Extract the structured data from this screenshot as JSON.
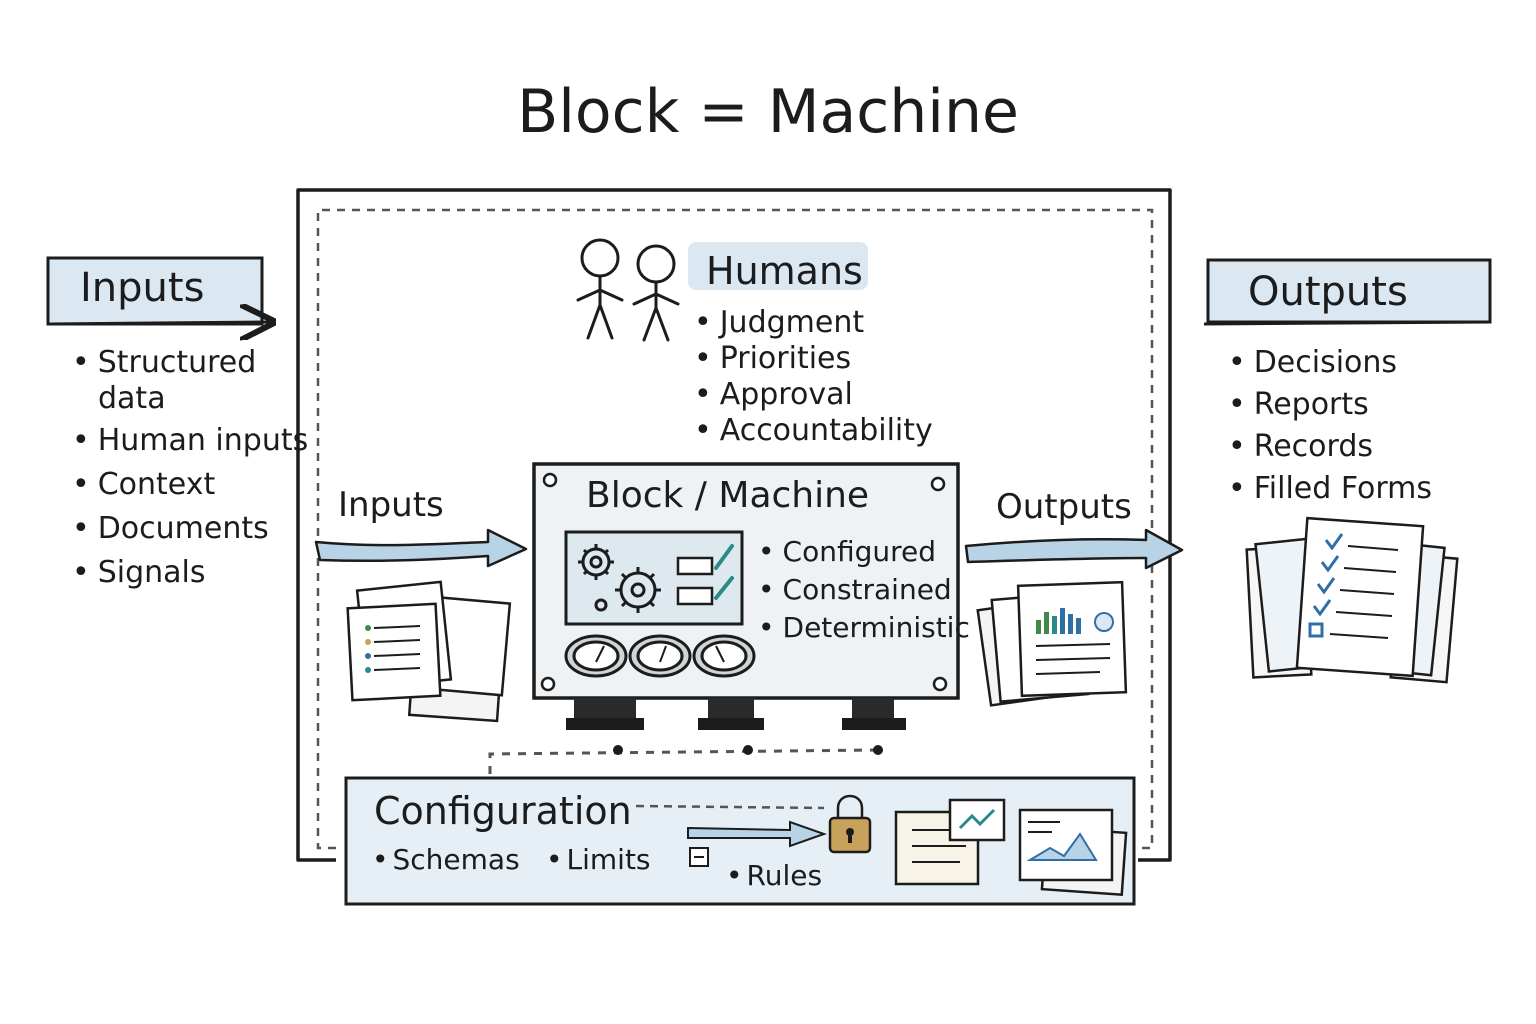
{
  "title": "Block = Machine",
  "inputs": {
    "label": "Inputs",
    "items": [
      "Structured",
      "data",
      "Human inputs",
      "Context",
      "Documents",
      "Signals"
    ]
  },
  "outputs": {
    "label": "Outputs",
    "items": [
      "Decisions",
      "Reports",
      "Records",
      "Filled Forms"
    ]
  },
  "humans": {
    "label": "Humans",
    "items": [
      "Judgment",
      "Priorities",
      "Approval",
      "Accountability"
    ]
  },
  "machine": {
    "label": "Block / Machine",
    "items": [
      "Configured",
      "Constrained",
      "Deterministic"
    ]
  },
  "flow": {
    "inputs_label": "Inputs",
    "outputs_label": "Outputs"
  },
  "configuration": {
    "label": "Configuration",
    "items": [
      "Schemas",
      "Limits",
      "Rules"
    ]
  },
  "colors": {
    "ink": "#1c1c1c",
    "label_fill": "#dbe8f2",
    "arrow_fill": "#b8d3e6",
    "panel_fill": "#e9eef1",
    "accent_green": "#3f8a4a",
    "accent_blue": "#2f6fa8",
    "accent_teal": "#2a8a8a",
    "lock": "#c8a25a"
  }
}
